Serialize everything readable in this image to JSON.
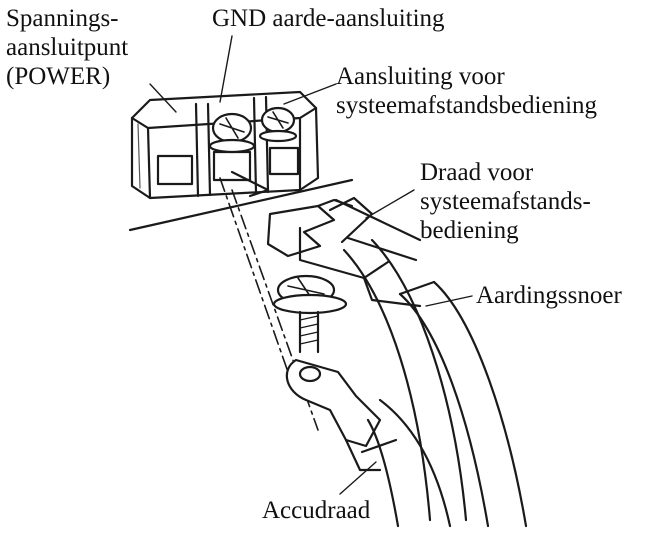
{
  "labels": {
    "power": [
      "Spannings-",
      "aansluitpunt",
      "(POWER)"
    ],
    "gnd": [
      "GND aarde-aansluiting"
    ],
    "remote_terminal": [
      "Aansluiting voor",
      "systeemafstandsbediening"
    ],
    "remote_wire": [
      "Draad voor",
      "systeemafstands-",
      "bediening"
    ],
    "ground_cord": [
      "Aardingssnoer"
    ],
    "battery_wire": [
      "Accudraad"
    ]
  },
  "colors": {
    "line": "#1a1a1a",
    "fill": "#ffffff",
    "shade": "#d9d9d9",
    "cable": "#eeeeee"
  }
}
